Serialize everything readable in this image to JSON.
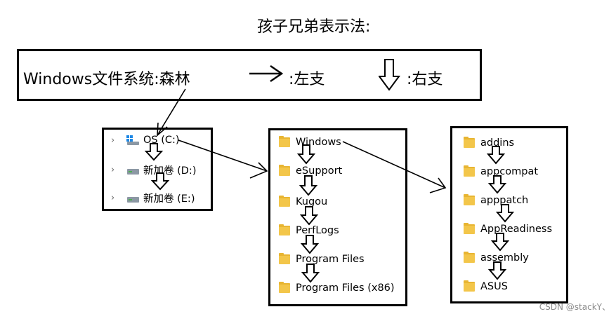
{
  "title": "孩子兄弟表示法:",
  "legend": {
    "main_text": "Windows文件系统:森林",
    "right_arrow_label": ":左支",
    "down_arrow_label": ":右支"
  },
  "drives": [
    {
      "label": "OS (C:)",
      "icon": "windows-drive-icon"
    },
    {
      "label": "新加卷 (D:)",
      "icon": "drive-icon"
    },
    {
      "label": "新加卷 (E:)",
      "icon": "drive-icon"
    }
  ],
  "c_folders": [
    "Windows",
    "eSupport",
    "Kugou",
    "PerfLogs",
    "Program Files",
    "Program Files (x86)"
  ],
  "windows_folders": [
    "addins",
    "appcompat",
    "apppatch",
    "AppReadiness",
    "assembly",
    "ASUS"
  ],
  "watermark": "CSDN @stackY、",
  "colors": {
    "folder": "#f3c64a",
    "border": "#000000"
  }
}
